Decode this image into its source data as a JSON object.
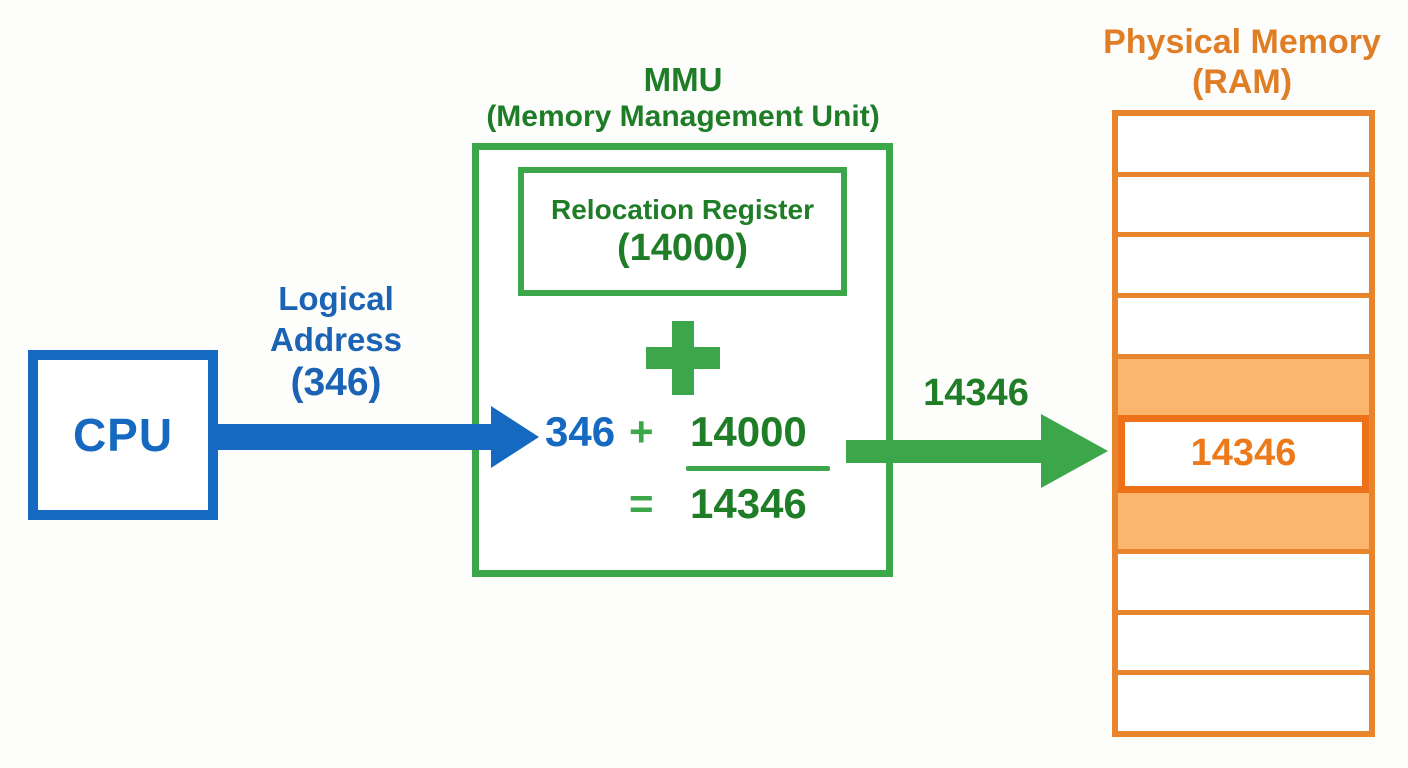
{
  "colors": {
    "blue": "#1569C0",
    "blue_label": "#1B63B4",
    "green": "#3CA64A",
    "green_dark": "#1E7D26",
    "orange": "#E07E26",
    "orange_border": "#E8842C",
    "orange_strong": "#EE7119",
    "orange_fill": "#FBB56C"
  },
  "cpu": {
    "label": "CPU"
  },
  "logical_address_label": {
    "line1": "Logical",
    "line2": "Address",
    "line3": "(346)"
  },
  "mmu": {
    "title": "MMU",
    "subtitle": "(Memory Management Unit)",
    "relocation_register": {
      "label": "Relocation Register",
      "value": "(14000)"
    },
    "equation": {
      "logical": "346",
      "operator": "+",
      "base": "14000",
      "equals": "=",
      "result": "14346"
    }
  },
  "output_arrow": {
    "label": "14346"
  },
  "physical_memory": {
    "title": "Physical Memory",
    "subtitle": "(RAM)",
    "rows": [
      {
        "fill": "white",
        "value": ""
      },
      {
        "fill": "white",
        "value": ""
      },
      {
        "fill": "white",
        "value": ""
      },
      {
        "fill": "white",
        "value": ""
      },
      {
        "fill": "orange",
        "value": ""
      },
      {
        "fill": "white",
        "value": "14346",
        "highlight": true
      },
      {
        "fill": "orange",
        "value": ""
      },
      {
        "fill": "white",
        "value": ""
      },
      {
        "fill": "white",
        "value": ""
      },
      {
        "fill": "white",
        "value": ""
      }
    ]
  }
}
